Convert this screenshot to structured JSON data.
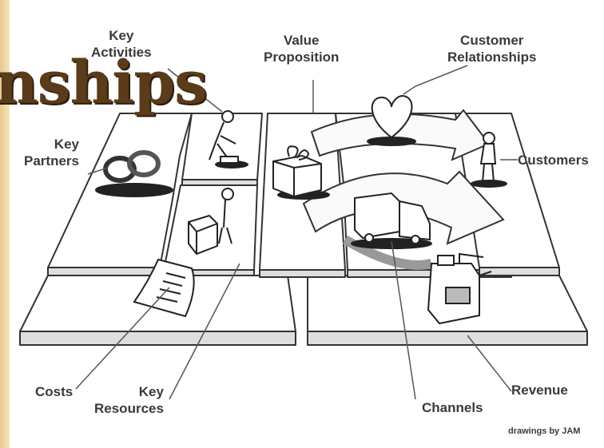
{
  "banner": {
    "text": "nships"
  },
  "labels": {
    "key_activities": [
      "Key",
      "Activities"
    ],
    "value_proposition": [
      "Value",
      "Proposition"
    ],
    "customer_relationships": [
      "Customer",
      "Relationships"
    ],
    "key_partners": [
      "Key",
      "Partners"
    ],
    "customers": "Customers",
    "costs": "Costs",
    "key_resources": [
      "Key",
      "Resources"
    ],
    "channels": "Channels",
    "revenue": "Revenue"
  },
  "credit": "drawings by JAM",
  "colors": {
    "line": "#333333",
    "panel": "#ffffff",
    "shade": "#d9d9d9",
    "banner": "#5a3b1a",
    "page": "#f3ddb0"
  },
  "icons": [
    "rings-icon",
    "worker-icon",
    "worker-with-crate-icon",
    "gift-icon",
    "heart-icon",
    "truck-icon",
    "person-icon",
    "document-icon",
    "cash-register-icon"
  ]
}
